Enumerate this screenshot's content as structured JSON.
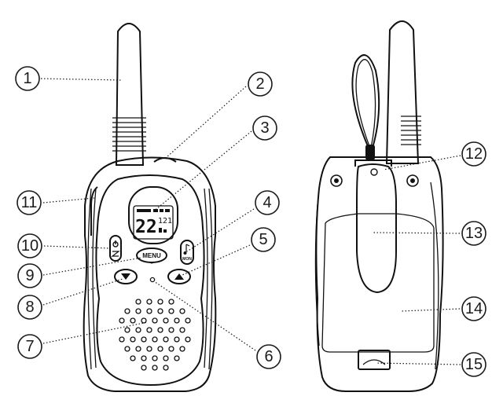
{
  "callouts": [
    {
      "n": "1"
    },
    {
      "n": "2"
    },
    {
      "n": "3"
    },
    {
      "n": "4"
    },
    {
      "n": "5"
    },
    {
      "n": "6"
    },
    {
      "n": "7"
    },
    {
      "n": "8"
    },
    {
      "n": "9"
    },
    {
      "n": "10"
    },
    {
      "n": "11"
    },
    {
      "n": "12"
    },
    {
      "n": "13"
    },
    {
      "n": "14"
    },
    {
      "n": "15"
    }
  ],
  "front": {
    "lcd_channel": "22",
    "lcd_code": "121",
    "menu_label": "MENU",
    "mon_label": "MON"
  },
  "colors": {
    "line": "#111111",
    "body_fill": "#ffffff",
    "lcd_fill": "#f2f2f2"
  }
}
